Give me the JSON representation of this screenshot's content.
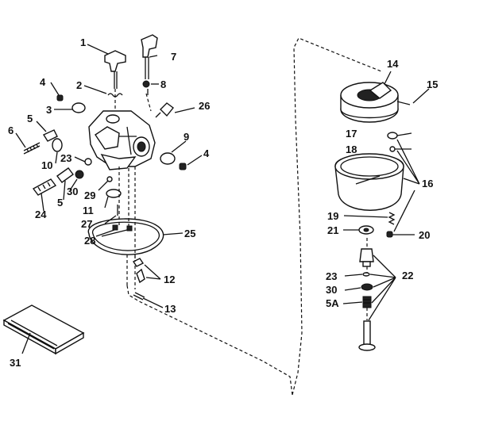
{
  "labels": {
    "l1": "1",
    "l2": "2",
    "l3": "3",
    "l4a": "4",
    "l4b": "4",
    "l5a": "5",
    "l5b": "5",
    "l6": "6",
    "l7": "7",
    "l8": "8",
    "l9": "9",
    "l10": "10",
    "l11": "11",
    "l12": "12",
    "l13": "13",
    "l14": "14",
    "l15": "15",
    "l16": "16",
    "l17": "17",
    "l18": "18",
    "l19": "19",
    "l20": "20",
    "l21": "21",
    "l22": "22",
    "l23a": "23",
    "l23b": "23",
    "l24": "24",
    "l25": "25",
    "l26": "26",
    "l27": "27",
    "l28": "28",
    "l29": "29",
    "l30a": "30",
    "l30b": "30",
    "l31": "31",
    "l5A": "5A"
  }
}
